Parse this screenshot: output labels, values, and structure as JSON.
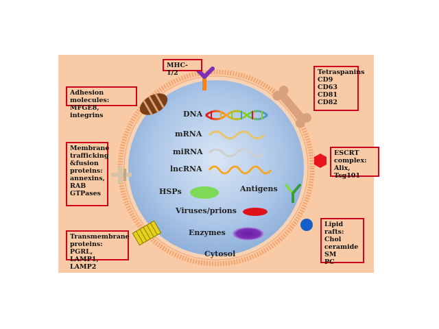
{
  "labels": {
    "mhc": "MHC-1/2",
    "tetraspanins": "Tetraspanins\nCD9\nCD63\nCD81\nCD82",
    "adhesion": "Adhesion molecules:\nMFGE8, integrins",
    "membrane": "Membrane\ntrafficking\n&fusion\nproteins:\nannexins,\nRAB\nGTPases",
    "escrt": "ESCRT\ncomplex:\nAlix, Tsg101",
    "transmembrane": "Transmembrane\nproteins: PGRL,\nLAMP1, LAMP2",
    "lipid": "Lipid rafts:\nChol\nceramide\nSM\nPC"
  },
  "inner": {
    "dna": "DNA",
    "mrna": "mRNA",
    "mirna": "miRNA",
    "lncrna": "lncRNA",
    "hsps": "HSPs",
    "antigens": "Antigens",
    "viruses": "Viruses/prions",
    "enzymes": "Enzymes",
    "cytosol": "Cytosol"
  },
  "colors": {
    "panel": "#f8cba6",
    "cell_fill": "#a9c4e6",
    "membrane": "#f3a36d",
    "box_border": "#d0021b",
    "hsps": "#7ed957",
    "viruses": "#e0101a",
    "enzymes": "#7b2fb5",
    "escrt": "#e8141e",
    "lipid": "#1560c8"
  }
}
